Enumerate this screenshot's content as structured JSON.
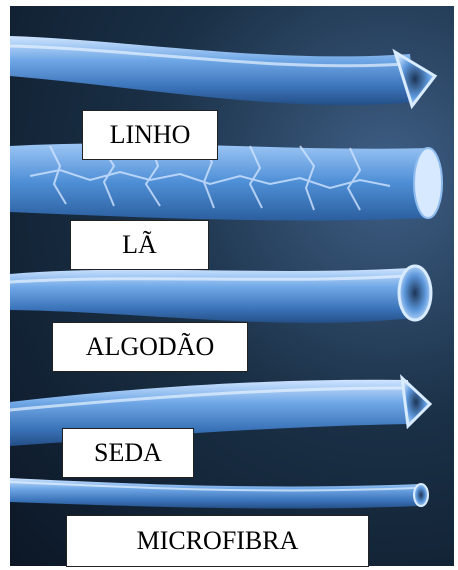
{
  "labels": {
    "linho": "LINHO",
    "la": "LÃ",
    "algodao": "ALGODÃO",
    "seda": "SEDA",
    "microfibra": "MICROFIBRA"
  },
  "colors": {
    "background_dark": "#12233a",
    "fiber_blue": "#4f8fd6",
    "fiber_highlight": "#bcd9ff",
    "label_bg": "#ffffff",
    "label_text": "#000000"
  }
}
